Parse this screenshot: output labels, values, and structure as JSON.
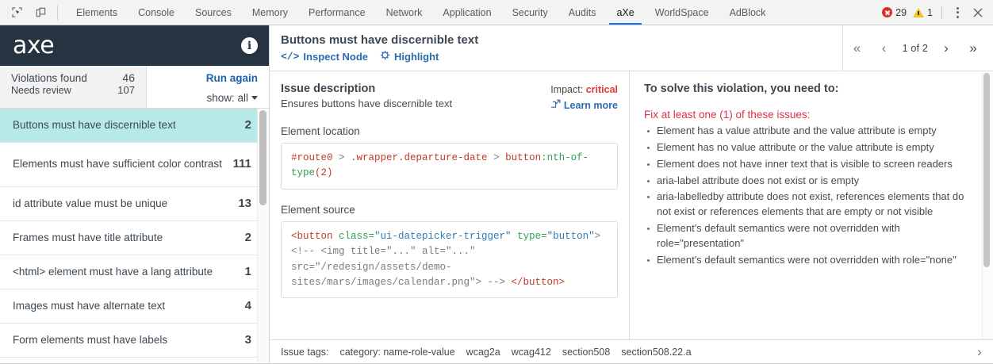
{
  "devtools": {
    "icons": {
      "inspect": "inspect-element-icon",
      "device": "device-toolbar-icon"
    },
    "tabs": [
      {
        "label": "Elements",
        "active": false
      },
      {
        "label": "Console",
        "active": false
      },
      {
        "label": "Sources",
        "active": false
      },
      {
        "label": "Memory",
        "active": false
      },
      {
        "label": "Performance",
        "active": false
      },
      {
        "label": "Network",
        "active": false
      },
      {
        "label": "Application",
        "active": false
      },
      {
        "label": "Security",
        "active": false
      },
      {
        "label": "Audits",
        "active": false
      },
      {
        "label": "aXe",
        "active": true
      },
      {
        "label": "WorldSpace",
        "active": false
      },
      {
        "label": "AdBlock",
        "active": false
      }
    ],
    "error_count": "29",
    "warning_count": "1",
    "more_label": "⋮",
    "close_label": "×"
  },
  "axe_panel": {
    "logo": "axe",
    "info_glyph": "i",
    "summary": {
      "violations_label": "Violations found",
      "violations_count": "46",
      "needs_review_label": "Needs review",
      "needs_review_count": "107",
      "run_again_label": "Run again",
      "show_label": "show: all"
    },
    "violations": [
      {
        "name": "Buttons must have discernible text",
        "count": "2",
        "selected": true
      },
      {
        "name": "Elements must have sufficient color contrast",
        "count": "111",
        "selected": false
      },
      {
        "name": "id attribute value must be unique",
        "count": "13",
        "selected": false
      },
      {
        "name": "Frames must have title attribute",
        "count": "2",
        "selected": false
      },
      {
        "name": "<html> element must have a lang attribute",
        "count": "1",
        "selected": false
      },
      {
        "name": "Images must have alternate text",
        "count": "4",
        "selected": false
      },
      {
        "name": "Form elements must have labels",
        "count": "3",
        "selected": false
      }
    ]
  },
  "rule_header": {
    "title": "Buttons must have discernible text",
    "inspect_node_label": "Inspect Node",
    "highlight_label": "Highlight",
    "code_glyph": "</>",
    "pager": {
      "first": "«",
      "prev": "‹",
      "position": "1 of 2",
      "next": "›",
      "last": "»"
    }
  },
  "issue": {
    "heading": "Issue description",
    "description": "Ensures buttons have discernible text",
    "impact_label": "Impact:",
    "impact_value": "critical",
    "learn_more_label": "Learn more",
    "element_location_label": "Element location",
    "element_location": {
      "part1": "#route0",
      "part2": " > ",
      "part3": ".wrapper.departure-date",
      "part4": " > ",
      "part5": "button",
      "part6": ":nth-of-type",
      "part7": "(2)"
    },
    "element_source_label": "Element source",
    "element_source": {
      "tag_open": "<button",
      "attr_class": " class=",
      "val_class": "\"ui-datepicker-trigger\"",
      "attr_type": "type=",
      "val_type": "\"button\"",
      "gt": "> ",
      "comment": "<!-- <img title=\"...\" alt=\"...\" src=\"/redesign/assets/demo-sites/mars/images/calendar.png\"> --> ",
      "tag_close": "</button>"
    }
  },
  "solution": {
    "heading": "To solve this violation, you need to:",
    "fix_title": "Fix at least one (1) of these issues:",
    "items": [
      "Element has a value attribute and the value attribute is empty",
      "Element has no value attribute or the value attribute is empty",
      "Element does not have inner text that is visible to screen readers",
      "aria-label attribute does not exist or is empty",
      "aria-labelledby attribute does not exist, references elements that do not exist or references elements that are empty or not visible",
      "Element's default semantics were not overridden with role=\"presentation\"",
      "Element's default semantics were not overridden with role=\"none\""
    ]
  },
  "tagbar": {
    "label": "Issue tags:",
    "tags": [
      "category: name-role-value",
      "wcag2a",
      "wcag412",
      "section508",
      "section508.22.a"
    ],
    "next_glyph": "›"
  },
  "colors": {
    "axe_header_bg": "#253440",
    "selected_row": "#b8e9e9",
    "link_blue": "#2b6cb0",
    "impact_red": "#e53935",
    "fix_red": "#e0304a",
    "tab_active_underline": "#1a73e8",
    "error_red": "#d93025",
    "warning_yellow": "#f5c518"
  }
}
